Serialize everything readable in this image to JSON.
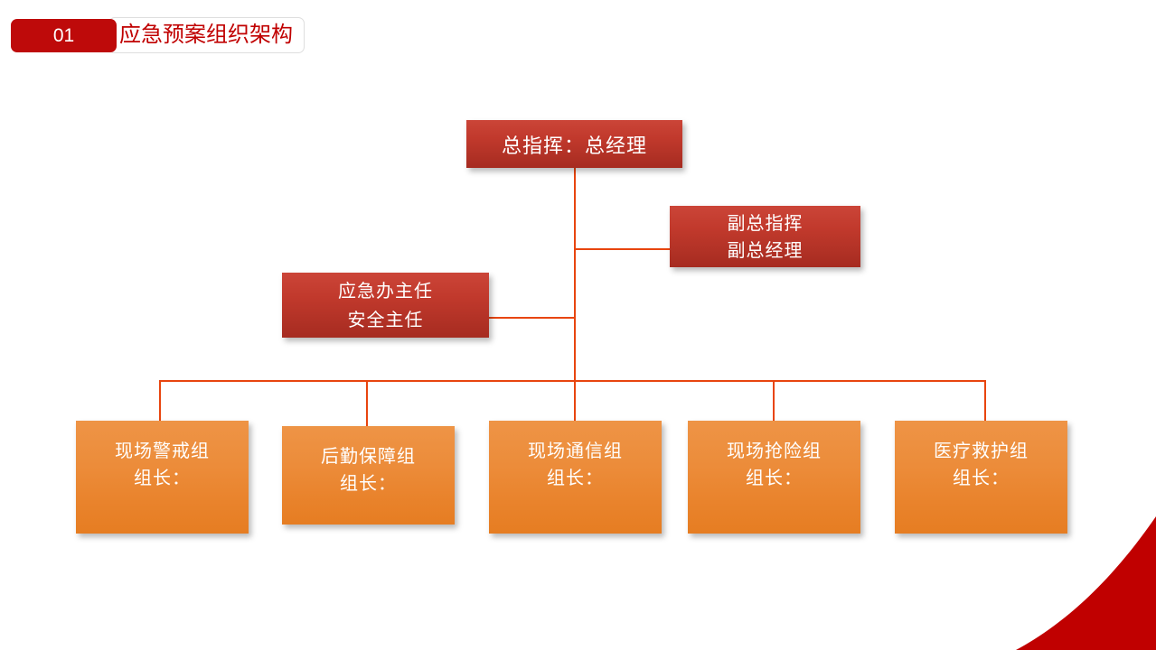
{
  "slide": {
    "background_color": "#FFFFFF",
    "header": {
      "number": "01",
      "title": "应急预案组织架构",
      "badge_color": "#BE0A0A",
      "title_color": "#C00000"
    },
    "accent_colors": {
      "red_box": "#C1392C",
      "orange_box": "#E9832C",
      "connector_line": "#E8450F",
      "corner_shape": "#C00000"
    },
    "org_chart": {
      "commander": {
        "lines": [
          "总指挥：总经理"
        ]
      },
      "vice_commander": {
        "lines": [
          "副总指挥",
          "副总经理"
        ]
      },
      "emergency_office": {
        "lines": [
          "应急办主任",
          "安全主任"
        ]
      },
      "groups": [
        {
          "name": "现场警戒组",
          "leader_label": "组长："
        },
        {
          "name": "后勤保障组",
          "leader_label": "组长："
        },
        {
          "name": "现场通信组",
          "leader_label": "组长："
        },
        {
          "name": "现场抢险组",
          "leader_label": "组长："
        },
        {
          "name": "医疗救护组",
          "leader_label": "组长："
        }
      ]
    }
  }
}
